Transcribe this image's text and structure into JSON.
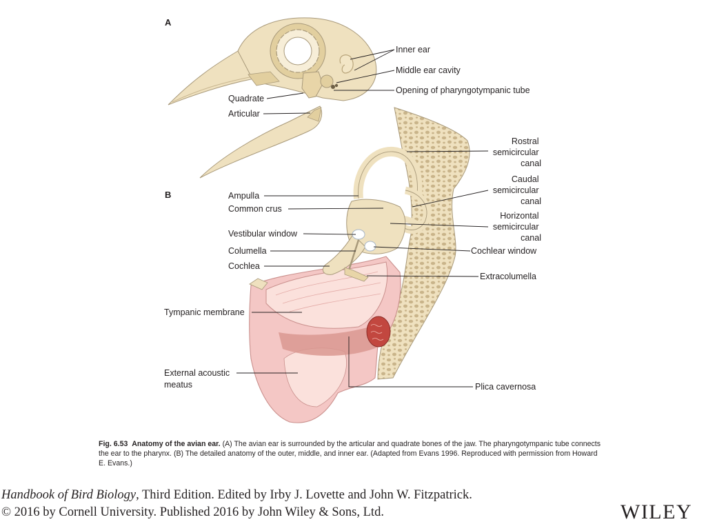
{
  "figure": {
    "panel_a_letter": "A",
    "panel_b_letter": "B",
    "labels_a": {
      "inner_ear": "Inner ear",
      "middle_ear_cavity": "Middle ear cavity",
      "opening_pharyngotympanic_tube": "Opening of pharyngotympanic tube",
      "quadrate": "Quadrate",
      "articular": "Articular"
    },
    "labels_b": {
      "rostral": [
        "Rostral",
        "semicircular",
        "canal"
      ],
      "caudal": [
        "Caudal",
        "semicircular",
        "canal"
      ],
      "horizontal": [
        "Horizontal",
        "semicircular",
        "canal"
      ],
      "ampulla": "Ampulla",
      "common_crus": "Common crus",
      "vestibular_window": "Vestibular window",
      "columella": "Columella",
      "cochlea": "Cochlea",
      "cochlear_window": "Cochlear window",
      "extracolumella": "Extracolumella",
      "tympanic_membrane": "Tympanic membrane",
      "external_acoustic_meatus": [
        "External acoustic",
        "meatus"
      ],
      "plica_cavernosa": "Plica cavernosa"
    },
    "colors": {
      "bone": "#efe1bf",
      "bone_outline": "#a8997a",
      "pore": "#c9b48a",
      "flesh": "#f4c7c5",
      "flesh_light": "#fbe1dc",
      "flesh_outline": "#c98f8c",
      "muscle": "#d99890",
      "plica": "#c2473f"
    }
  },
  "caption": {
    "fig_id": "Fig. 6.53",
    "title": "Anatomy of the avian ear.",
    "body": "(A) The avian ear is surrounded by the articular and quadrate bones of the jaw. The pharyngotym­panic tube connects the ear to the pharynx. (B) The detailed anatomy of the outer, middle, and inner ear. (Adapted from Evans 1996. Reproduced with permission from Howard E. Evans.)"
  },
  "citation": {
    "book_title": "Handbook of Bird Biology",
    "line1_rest": ", Third Edition. Edited by Irby J. Lovette and John W. Fitzpatrick.",
    "line2": "© 2016 by Cornell University. Published 2016 by John Wiley & Sons, Ltd."
  },
  "publisher_logo": "WILEY"
}
